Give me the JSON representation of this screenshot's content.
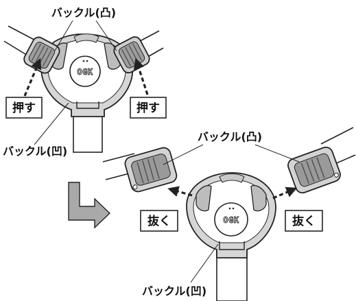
{
  "labels": {
    "top_buckle_convex": "バックル(凸)",
    "top_push_left": "押す",
    "top_push_right": "押す",
    "top_buckle_concave": "バックル(凹)",
    "bottom_buckle_convex": "バックル(凸)",
    "bottom_pull_left": "抜く",
    "bottom_pull_right": "抜く",
    "bottom_buckle_concave": "バックル(凹)",
    "logo_top": "OGK",
    "logo_bottom": "OGK"
  },
  "colors": {
    "outline": "#222222",
    "shade_dark": "#8f8f8f",
    "shade_mid": "#b8b8b8",
    "shade_light": "#dcdcdc",
    "arrow_fill": "#a9a9a9",
    "logo_fill": "#ffffff"
  }
}
